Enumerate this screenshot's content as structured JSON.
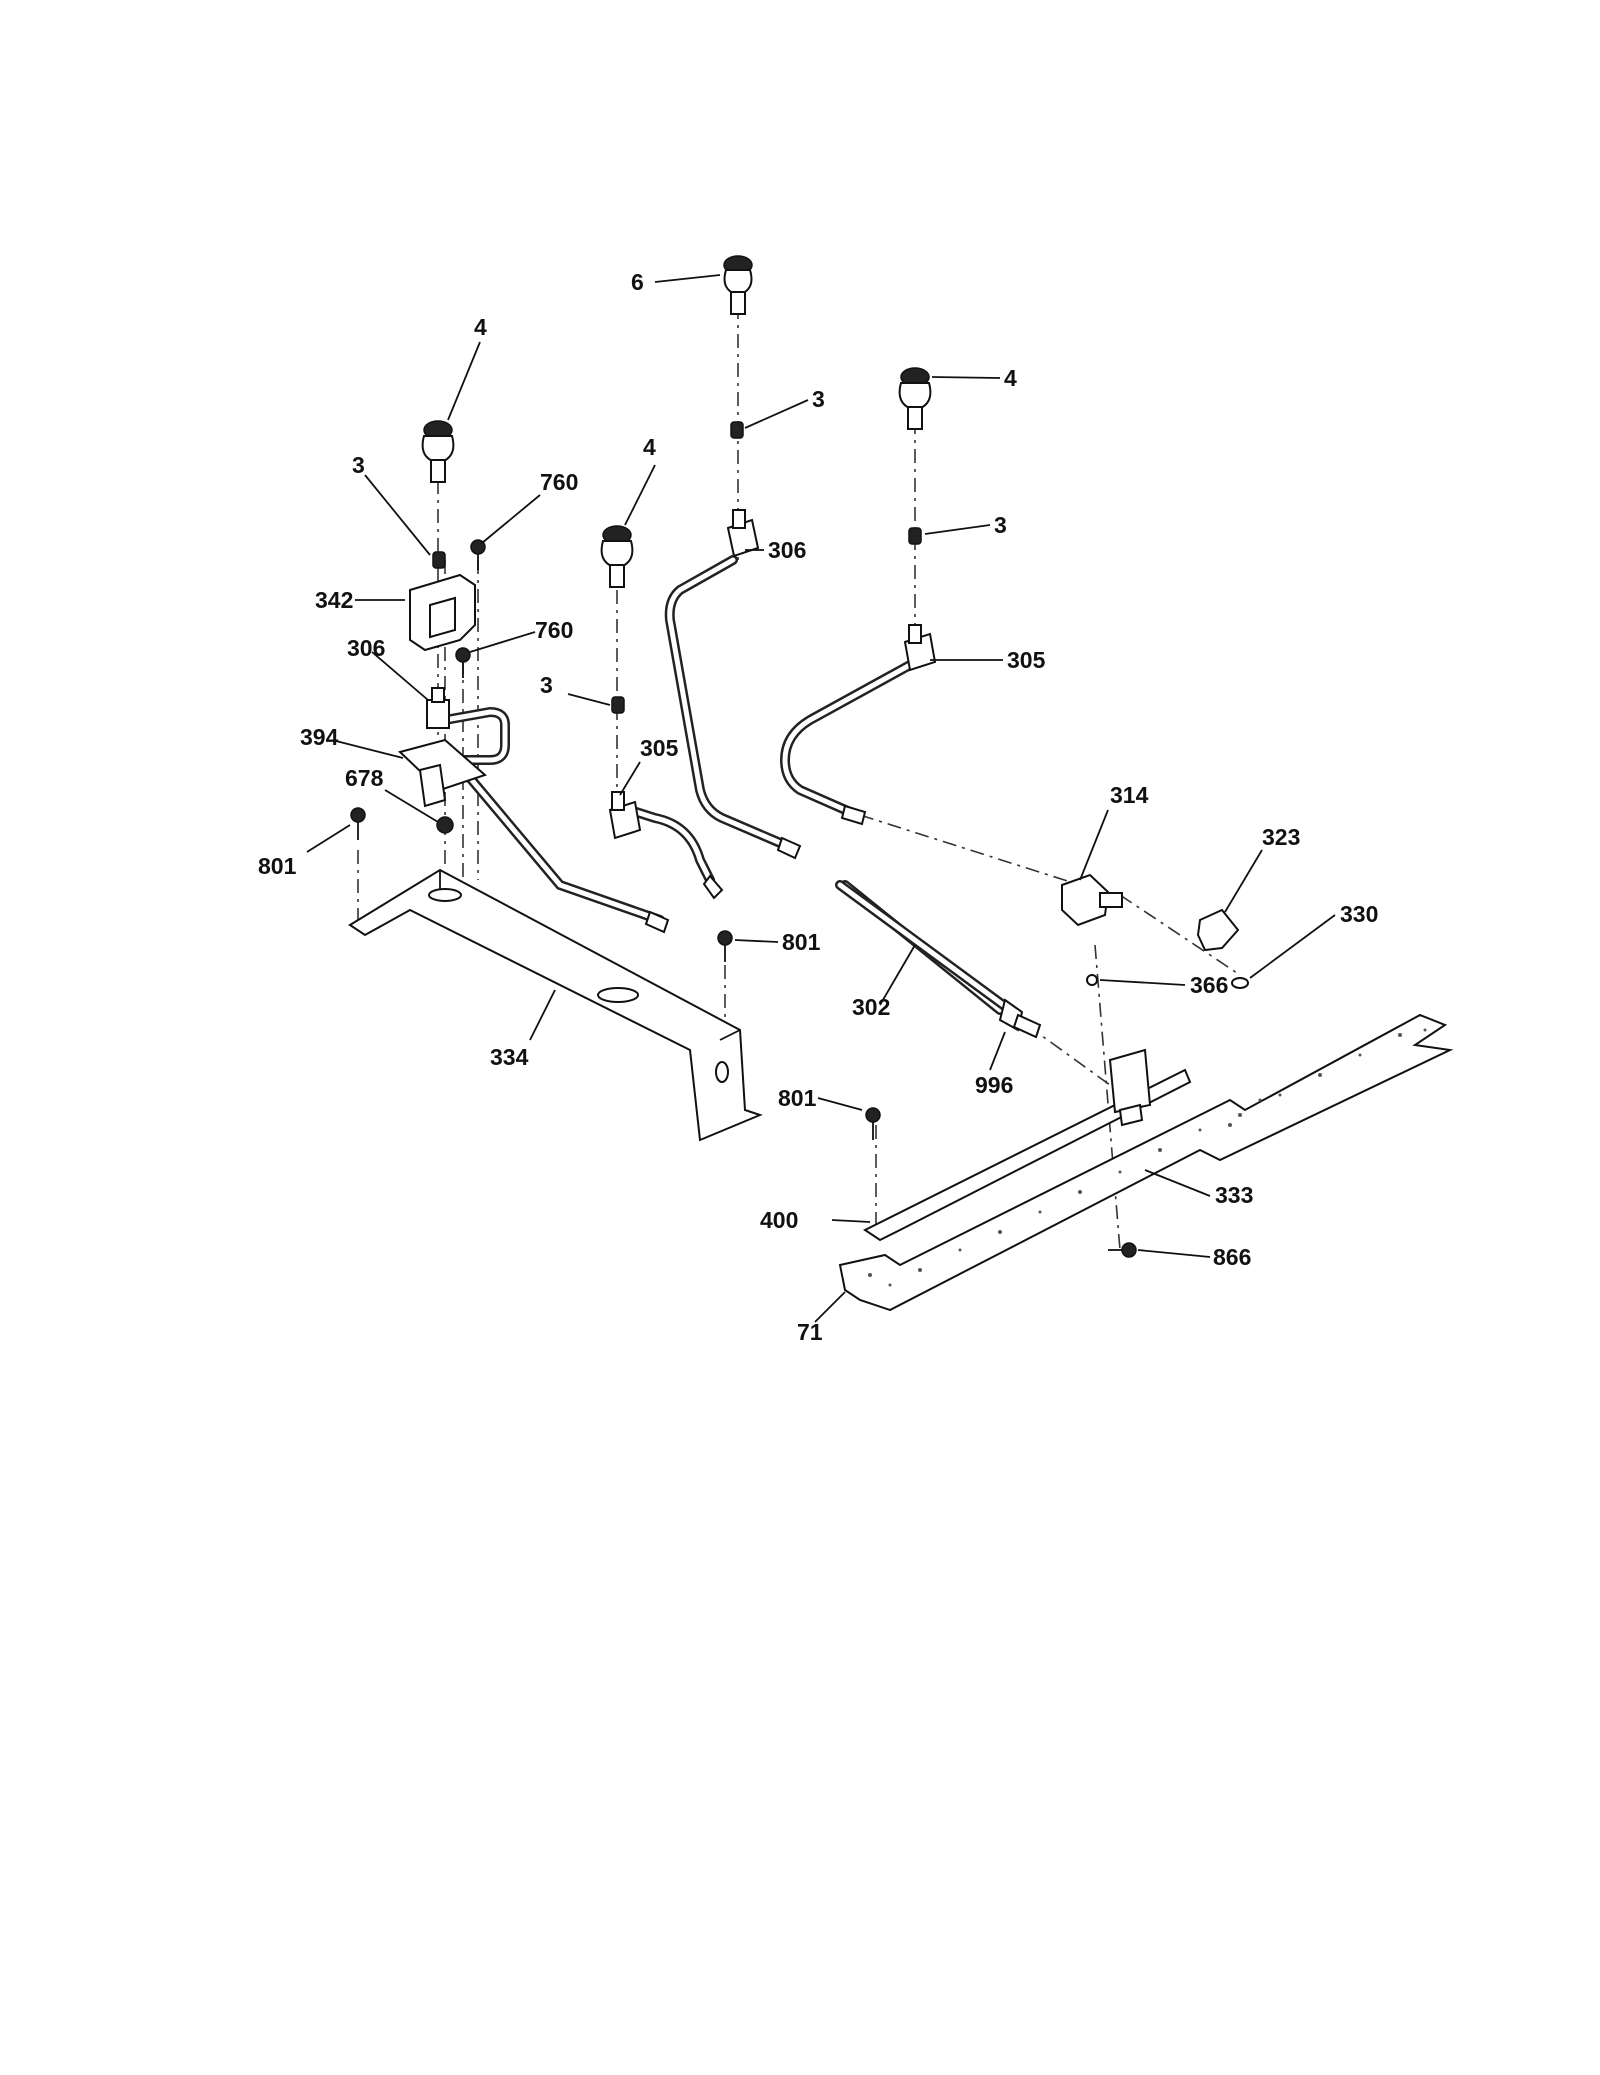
{
  "diagram": {
    "callouts": [
      {
        "id": "c6",
        "text": "6"
      },
      {
        "id": "c4a",
        "text": "4"
      },
      {
        "id": "c4b",
        "text": "4"
      },
      {
        "id": "c4c",
        "text": "4"
      },
      {
        "id": "c3a",
        "text": "3"
      },
      {
        "id": "c3b",
        "text": "3"
      },
      {
        "id": "c3c",
        "text": "3"
      },
      {
        "id": "c3d",
        "text": "3"
      },
      {
        "id": "c760a",
        "text": "760"
      },
      {
        "id": "c760b",
        "text": "760"
      },
      {
        "id": "c342",
        "text": "342"
      },
      {
        "id": "c306a",
        "text": "306"
      },
      {
        "id": "c306b",
        "text": "306"
      },
      {
        "id": "c305a",
        "text": "305"
      },
      {
        "id": "c305b",
        "text": "305"
      },
      {
        "id": "c394",
        "text": "394"
      },
      {
        "id": "c678",
        "text": "678"
      },
      {
        "id": "c801a",
        "text": "801"
      },
      {
        "id": "c801b",
        "text": "801"
      },
      {
        "id": "c801c",
        "text": "801"
      },
      {
        "id": "c334",
        "text": "334"
      },
      {
        "id": "c314",
        "text": "314"
      },
      {
        "id": "c323",
        "text": "323"
      },
      {
        "id": "c330",
        "text": "330"
      },
      {
        "id": "c366",
        "text": "366"
      },
      {
        "id": "c302",
        "text": "302"
      },
      {
        "id": "c996",
        "text": "996"
      },
      {
        "id": "c333",
        "text": "333"
      },
      {
        "id": "c400",
        "text": "400"
      },
      {
        "id": "c866",
        "text": "866"
      },
      {
        "id": "c71",
        "text": "71"
      }
    ]
  }
}
